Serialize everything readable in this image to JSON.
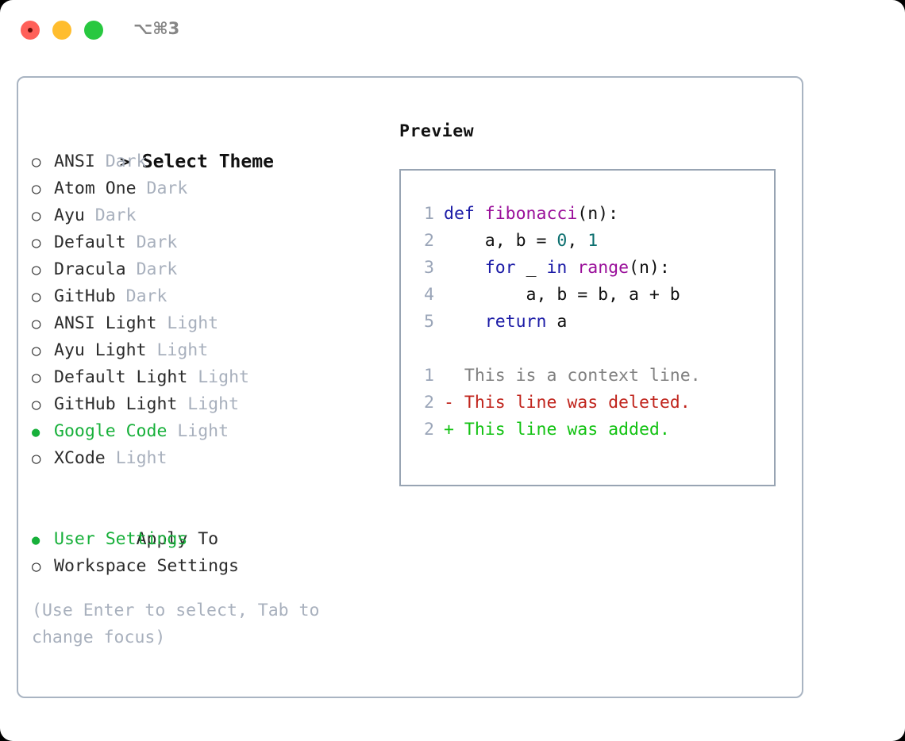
{
  "window": {
    "shortcut_label": "⌥⌘3",
    "traffic_lights": {
      "close_label": "close",
      "minimize_label": "minimize",
      "maximize_label": "maximize"
    }
  },
  "colors": {
    "selected_green": "#17b03a",
    "added_green": "#12c212",
    "deleted_red": "#c0241c",
    "keyword_blue": "#1a1aa6",
    "function_magenta": "#9a0f9a",
    "number_teal": "#0d7070",
    "muted_gray": "#a8b0bd",
    "border_blue_gray": "#a9b4c2"
  },
  "theme_selector": {
    "header": {
      "prompt": ">",
      "label": "Select Theme"
    },
    "marker_unselected": "○",
    "marker_selected": "●",
    "items": [
      {
        "marker": "○",
        "name": "ANSI",
        "variant": "Dark",
        "selected": false
      },
      {
        "marker": "○",
        "name": "Atom One",
        "variant": "Dark",
        "selected": false
      },
      {
        "marker": "○",
        "name": "Ayu",
        "variant": "Dark",
        "selected": false
      },
      {
        "marker": "○",
        "name": "Default",
        "variant": "Dark",
        "selected": false
      },
      {
        "marker": "○",
        "name": "Dracula",
        "variant": "Dark",
        "selected": false
      },
      {
        "marker": "○",
        "name": "GitHub",
        "variant": "Dark",
        "selected": false
      },
      {
        "marker": "○",
        "name": "ANSI Light",
        "variant": "Light",
        "selected": false
      },
      {
        "marker": "○",
        "name": "Ayu Light",
        "variant": "Light",
        "selected": false
      },
      {
        "marker": "○",
        "name": "Default Light",
        "variant": "Light",
        "selected": false
      },
      {
        "marker": "○",
        "name": "GitHub Light",
        "variant": "Light",
        "selected": false
      },
      {
        "marker": "●",
        "name": "Google Code",
        "variant": "Light",
        "selected": true
      },
      {
        "marker": "○",
        "name": "XCode",
        "variant": "Light",
        "selected": false
      }
    ]
  },
  "apply_to": {
    "header": "Apply To",
    "items": [
      {
        "marker": "●",
        "name": "User Settings",
        "selected": true
      },
      {
        "marker": "○",
        "name": "Workspace Settings",
        "selected": false
      }
    ]
  },
  "hint": "(Use Enter to select, Tab to change focus)",
  "preview": {
    "title": "Preview",
    "code_lines": [
      {
        "lineno": "1",
        "tokens": [
          {
            "text": "def ",
            "type": "kw"
          },
          {
            "text": "fibonacci",
            "type": "fn"
          },
          {
            "text": "(n):",
            "type": "pun"
          }
        ]
      },
      {
        "lineno": "2",
        "tokens": [
          {
            "text": "    a, b = ",
            "type": "pun"
          },
          {
            "text": "0",
            "type": "num"
          },
          {
            "text": ", ",
            "type": "pun"
          },
          {
            "text": "1",
            "type": "num"
          }
        ]
      },
      {
        "lineno": "3",
        "tokens": [
          {
            "text": "    ",
            "type": "pun"
          },
          {
            "text": "for",
            "type": "kw"
          },
          {
            "text": " _ ",
            "type": "pun"
          },
          {
            "text": "in",
            "type": "kw"
          },
          {
            "text": " ",
            "type": "pun"
          },
          {
            "text": "range",
            "type": "fn"
          },
          {
            "text": "(n):",
            "type": "pun"
          }
        ]
      },
      {
        "lineno": "4",
        "tokens": [
          {
            "text": "        a, b = b, a + b",
            "type": "pun"
          }
        ]
      },
      {
        "lineno": "5",
        "tokens": [
          {
            "text": "    ",
            "type": "pun"
          },
          {
            "text": "return",
            "type": "kw"
          },
          {
            "text": " a",
            "type": "pun"
          }
        ]
      }
    ],
    "diff_lines": [
      {
        "lineno": "1",
        "sign": " ",
        "text": " This is a context line.",
        "type": "ctx"
      },
      {
        "lineno": "2",
        "sign": "-",
        "text": " This line was deleted.",
        "type": "del"
      },
      {
        "lineno": "2",
        "sign": "+",
        "text": " This line was added.",
        "type": "add"
      }
    ]
  }
}
